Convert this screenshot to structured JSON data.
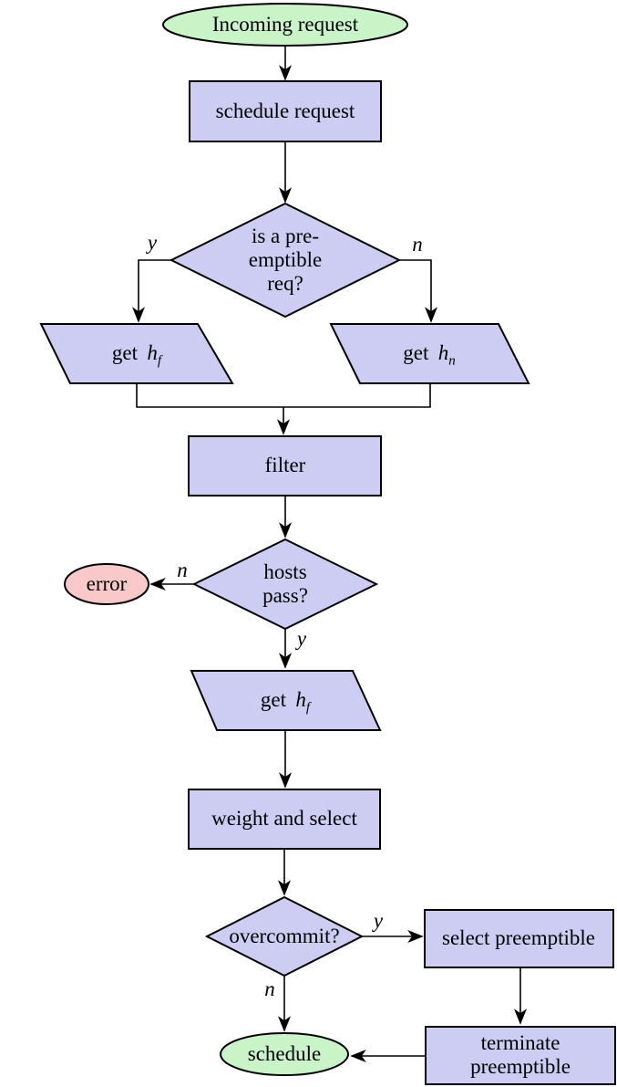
{
  "colors": {
    "process_fill": "#cdcdf3",
    "start_end_fill": "#c8f4c8",
    "error_fill": "#f9c8c8"
  },
  "nodes": {
    "start": {
      "label": "Incoming request"
    },
    "schedule_request": {
      "label": "schedule request"
    },
    "preemptible_decision": {
      "lines": [
        "is a pre-",
        "emptible",
        "req?"
      ]
    },
    "get_hf_left": {
      "prefix": "get",
      "var": "h",
      "sub": "f"
    },
    "get_hn_right": {
      "prefix": "get",
      "var": "h",
      "sub": "n"
    },
    "filter": {
      "label": "filter"
    },
    "hosts_pass_decision": {
      "lines": [
        "hosts",
        "pass?"
      ]
    },
    "error": {
      "label": "error"
    },
    "get_hf_mid": {
      "prefix": "get",
      "var": "h",
      "sub": "f"
    },
    "weight_and_select": {
      "label": "weight and select"
    },
    "overcommit_decision": {
      "label": "overcommit?"
    },
    "select_preemptible": {
      "label": "select preemptible"
    },
    "terminate_preemptible": {
      "lines": [
        "terminate",
        "preemptible"
      ]
    },
    "schedule": {
      "label": "schedule"
    }
  },
  "edge_labels": {
    "preemptible_yes": "y",
    "preemptible_no": "n",
    "hosts_pass_no": "n",
    "hosts_pass_yes": "y",
    "overcommit_yes": "y",
    "overcommit_no": "n"
  }
}
